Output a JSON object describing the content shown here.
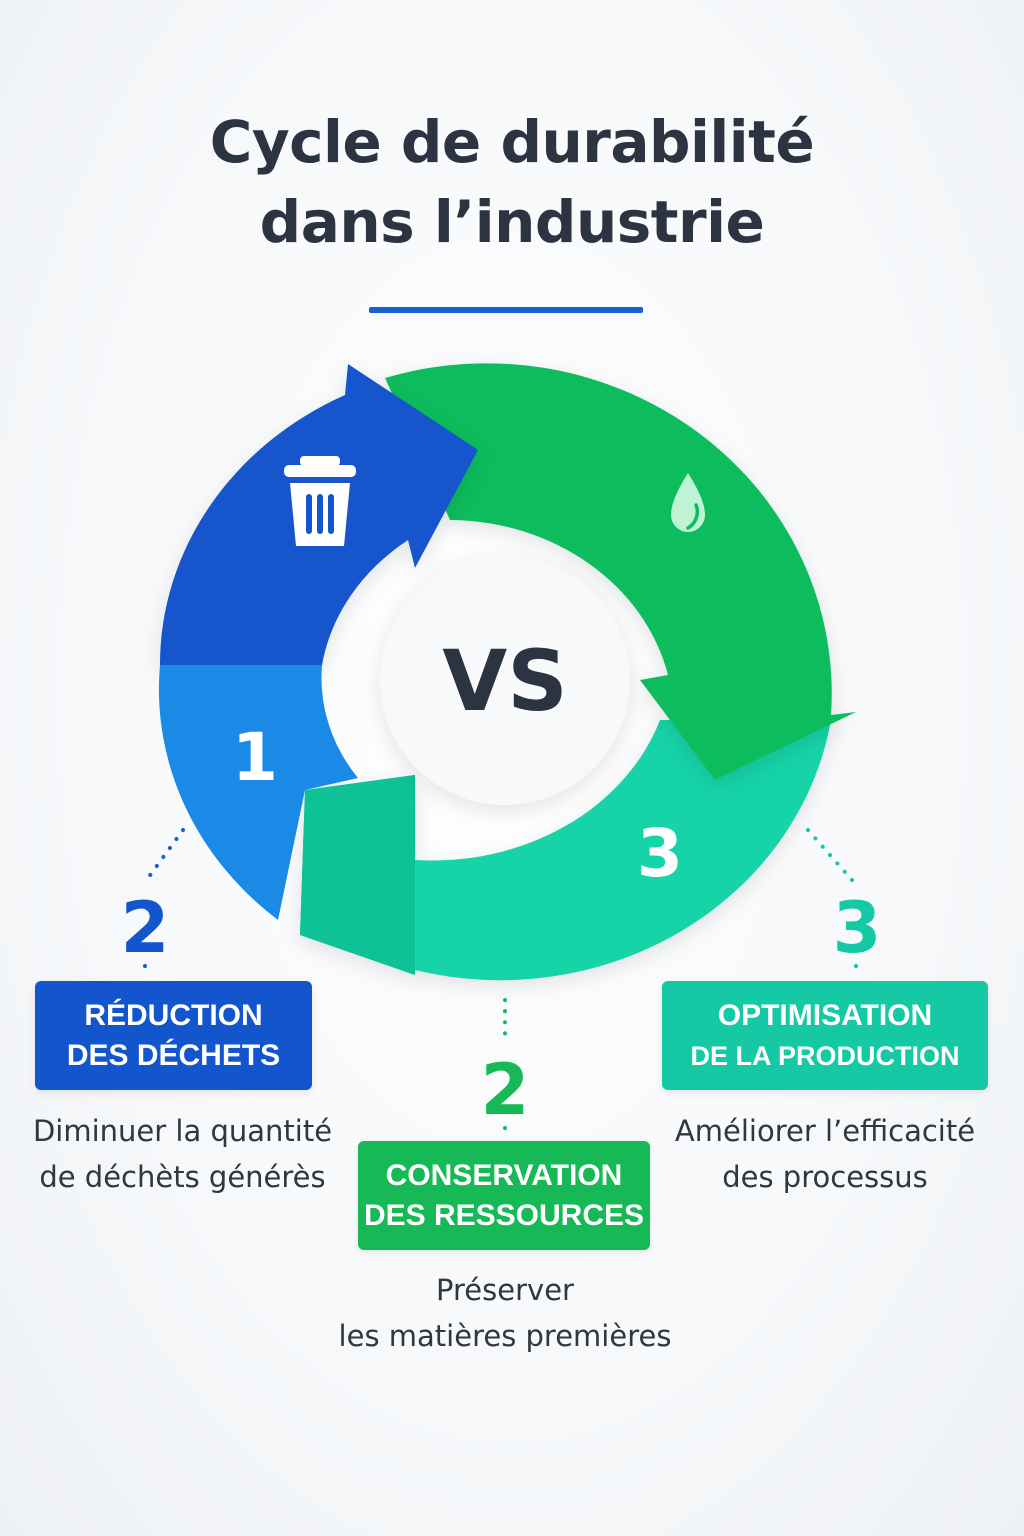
{
  "title": {
    "line1": "Cycle de durabilité",
    "line2": "dans l’industrie"
  },
  "center_label": "VS",
  "colors": {
    "blue_dark": "#1255cc",
    "blue_light": "#1a8ae6",
    "green": "#0cbc5c",
    "teal": "#12d3a8",
    "title_rule": "#1a5fd0"
  },
  "ring_numbers": {
    "blue": "1",
    "teal": "3"
  },
  "ring_icons": {
    "blue": "trash-icon",
    "green": "water-drop-icon"
  },
  "steps": [
    {
      "number": "2",
      "title_line1": "RÉDUCTION",
      "title_line2": "DES DÉCHETS",
      "desc_line1": "Diminuer la quantité",
      "desc_line2": "de déchèts générès",
      "color": "#1255cc"
    },
    {
      "number": "2",
      "title_line1": "CONSERVATION",
      "title_line2": "DES RESSOURCES",
      "desc_line1": "Préserver",
      "desc_line2": "les matières premières",
      "color": "#16b955"
    },
    {
      "number": "3",
      "title_line1": "OPTIMISATION",
      "title_line2": "DE LA PRODUCTION",
      "desc_line1": "Améliorer l’efficacité",
      "desc_line2": "des processus",
      "color": "#14c9a4"
    }
  ]
}
